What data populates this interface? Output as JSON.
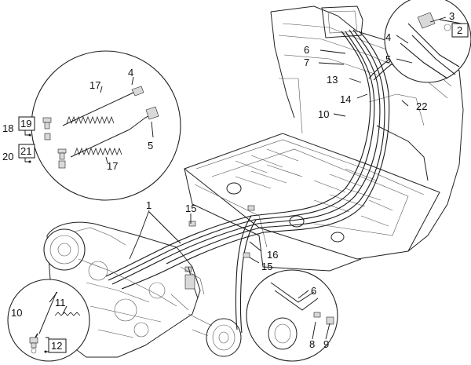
{
  "callouts": {
    "c1": "1",
    "c2": "2",
    "c3": "3",
    "c4a": "4",
    "c4b": "4",
    "c5a": "5",
    "c5b": "5",
    "c6a": "6",
    "c6b": "6",
    "c7": "7",
    "c8": "8",
    "c9": "9",
    "c10a": "10",
    "c10b": "10",
    "c11": "11",
    "c12": "12",
    "c13": "13",
    "c14": "14",
    "c15a": "15",
    "c15b": "15",
    "c16": "16",
    "c17a": "17",
    "c17b": "17",
    "c18": "18",
    "c19": "19",
    "c20": "20",
    "c21": "21",
    "c22": "22"
  }
}
